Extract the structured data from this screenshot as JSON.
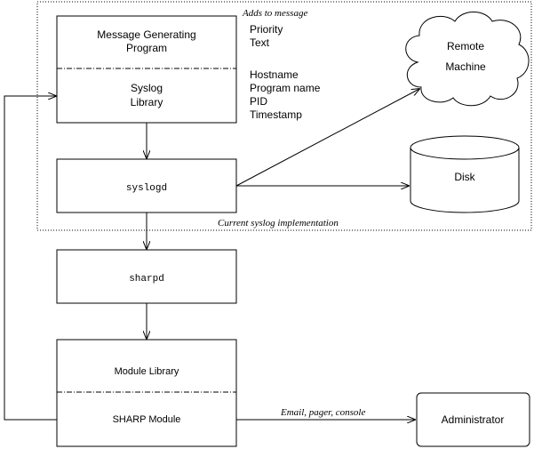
{
  "diagram": {
    "dotted_region_caption_top": "Adds to message",
    "dotted_region_caption_bottom": "Current syslog implementation",
    "boxes": {
      "msg_program_line1": "Message Generating",
      "msg_program_line2": "Program",
      "syslog_library_line1": "Syslog",
      "syslog_library_line2": "Library",
      "syslogd": "syslogd",
      "sharpd": "sharpd",
      "module_library": "Module Library",
      "sharp_module": "SHARP Module",
      "administrator": "Administrator"
    },
    "added_fields_program": [
      "Priority",
      "Text"
    ],
    "added_fields_library": [
      "Hostname",
      "Program name",
      "PID",
      "Timestamp"
    ],
    "cloud_line1": "Remote",
    "cloud_line2": "Machine",
    "disk": "Disk",
    "arrow_label_admin": "Email, pager, console"
  }
}
